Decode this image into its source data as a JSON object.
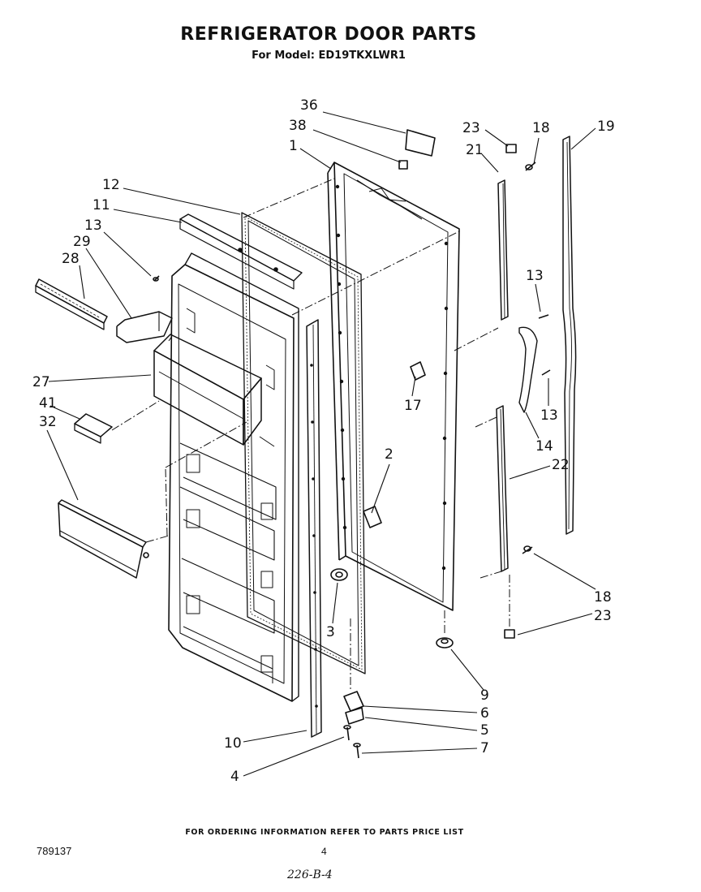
{
  "header": {
    "title": "REFRIGERATOR DOOR PARTS",
    "subtitle": "For Model: ED19TKXLWR1"
  },
  "footer": {
    "ordering_note": "FOR ORDERING INFORMATION REFER TO PARTS PRICE LIST",
    "doc_number": "789137",
    "page_number": "4",
    "handwritten_code": "226-B-4"
  },
  "callouts": [
    "36",
    "38",
    "1",
    "12",
    "11",
    "13",
    "29",
    "28",
    "27",
    "41",
    "32",
    "23",
    "18",
    "19",
    "21",
    "13",
    "17",
    "13",
    "14",
    "22",
    "2",
    "3",
    "18",
    "23",
    "9",
    "6",
    "5",
    "7",
    "10",
    "4"
  ]
}
